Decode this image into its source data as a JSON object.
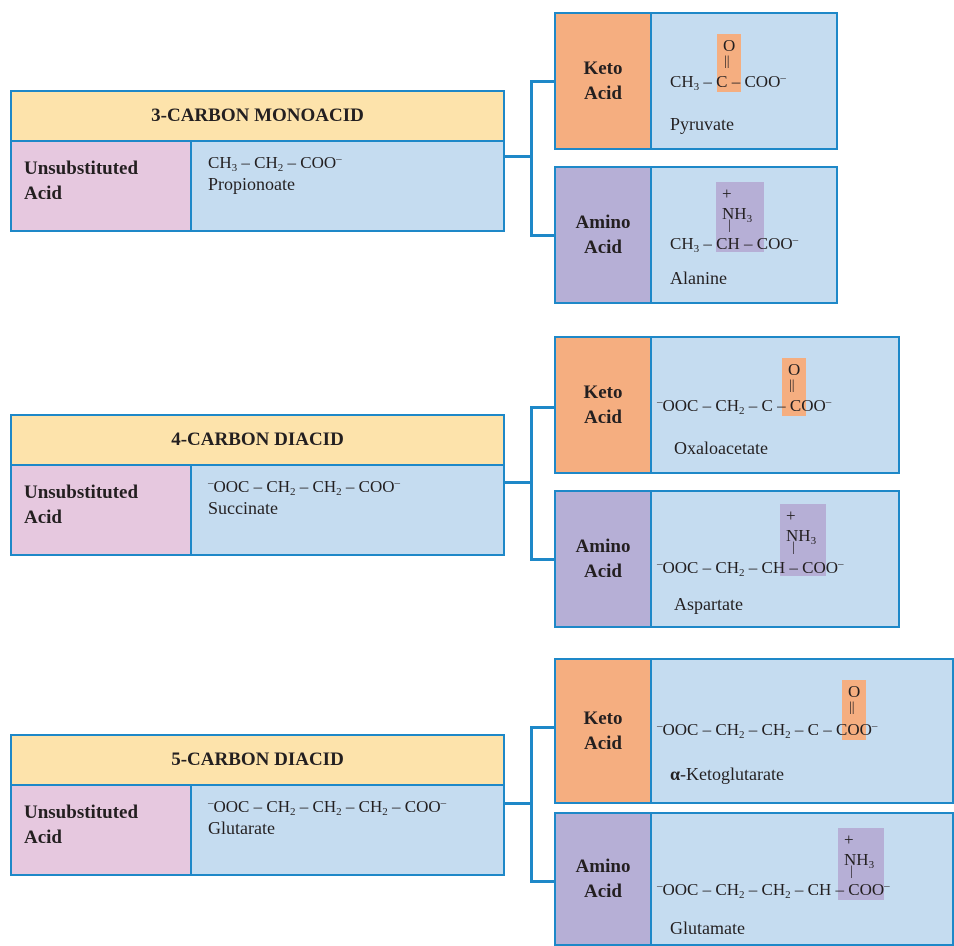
{
  "groups": [
    {
      "header": "3-CARBON MONOACID",
      "unsub_label_1": "Unsubstituted",
      "unsub_label_2": "Acid",
      "unsub_formula": "CH3 – CH2 – COO–",
      "unsub_name": "Propionoate",
      "keto_label_1": "Keto",
      "keto_label_2": "Acid",
      "keto_top": "O",
      "keto_bond": "||",
      "keto_formula": "CH3 – C – COO–",
      "keto_name": "Pyruvate",
      "amino_label_1": "Amino",
      "amino_label_2": "Acid",
      "amino_top": "+NH3",
      "amino_bond": "|",
      "amino_formula": "CH3 – CH – COO–",
      "amino_name": "Alanine"
    },
    {
      "header": "4-CARBON DIACID",
      "unsub_label_1": "Unsubstituted",
      "unsub_label_2": "Acid",
      "unsub_formula": "–OOC – CH2 – CH2 – COO–",
      "unsub_name": "Succinate",
      "keto_label_1": "Keto",
      "keto_label_2": "Acid",
      "keto_top": "O",
      "keto_bond": "||",
      "keto_formula": "–OOC – CH2 – C – COO–",
      "keto_name": "Oxaloacetate",
      "amino_label_1": "Amino",
      "amino_label_2": "Acid",
      "amino_top": "+NH3",
      "amino_bond": "|",
      "amino_formula": "–OOC – CH2 – CH – COO–",
      "amino_name": "Aspartate"
    },
    {
      "header": "5-CARBON DIACID",
      "unsub_label_1": "Unsubstituted",
      "unsub_label_2": "Acid",
      "unsub_formula": "–OOC – CH2 – CH2 – CH2 – COO–",
      "unsub_name": "Glutarate",
      "keto_label_1": "Keto",
      "keto_label_2": "Acid",
      "keto_top": "O",
      "keto_bond": "||",
      "keto_formula": "–OOC – CH2 – CH2 – C – COO–",
      "keto_name": "α-Ketoglutarate",
      "amino_label_1": "Amino",
      "amino_label_2": "Acid",
      "amino_top": "+NH3",
      "amino_bond": "|",
      "amino_formula": "–OOC – CH2 – CH2 – CH – COO–",
      "amino_name": "Glutamate"
    }
  ],
  "colors": {
    "border": "#1e88c8",
    "header_bg": "#fde3ab",
    "unsub_label_bg": "#e6c8df",
    "formula_bg": "#c5dcf0",
    "keto_bg": "#f5ae80",
    "amino_bg": "#b6afd6"
  }
}
